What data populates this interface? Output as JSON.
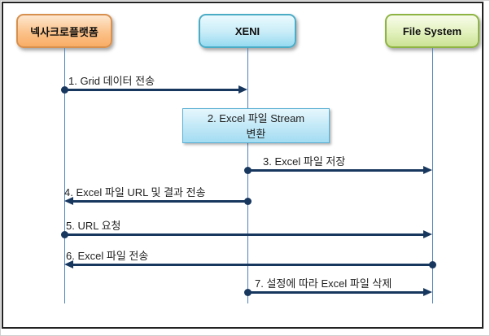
{
  "colors": {
    "arrow": "#17375e",
    "lifeline": "#4f81bd",
    "label_text": "#1f1f1f",
    "frame_border": "#222222"
  },
  "actors": [
    {
      "id": "nexacro",
      "label": "넥사크로플랫폼",
      "fill_top": "#fde7cf",
      "fill_mid": "#fbc28a",
      "fill_bottom": "#f9ad66",
      "border": "#d8904e"
    },
    {
      "id": "xeni",
      "label": "XENI",
      "fill_top": "#eafafe",
      "fill_mid": "#c8ecf8",
      "fill_bottom": "#95daf1",
      "border": "#4bacc6"
    },
    {
      "id": "filesystem",
      "label": "File System",
      "fill_top": "#f8fcea",
      "fill_mid": "#e2f1bd",
      "fill_bottom": "#cbe294",
      "border": "#8eb443"
    }
  ],
  "note": {
    "line1": "2. Excel 파일 Stream",
    "line2": "변환",
    "fill_top": "#e6f7fd",
    "fill_mid": "#c3e9f7",
    "fill_bottom": "#a3dcf2",
    "border": "#58aed3"
  },
  "arrows": [
    {
      "label": "1. Grid 데이터 전송",
      "from": "nexacro",
      "to": "xeni"
    },
    {
      "label": "3. Excel 파일 저장",
      "from": "xeni",
      "to": "filesystem"
    },
    {
      "label": "4. Excel 파일 URL 및 결과 전송",
      "from": "xeni",
      "to": "nexacro"
    },
    {
      "label": "5. URL 요청",
      "from": "nexacro",
      "to": "filesystem"
    },
    {
      "label": "6. Excel 파일 전송",
      "from": "filesystem",
      "to": "nexacro"
    },
    {
      "label": "7. 설정에 따라 Excel 파일 삭제",
      "from": "xeni",
      "to": "filesystem"
    }
  ]
}
